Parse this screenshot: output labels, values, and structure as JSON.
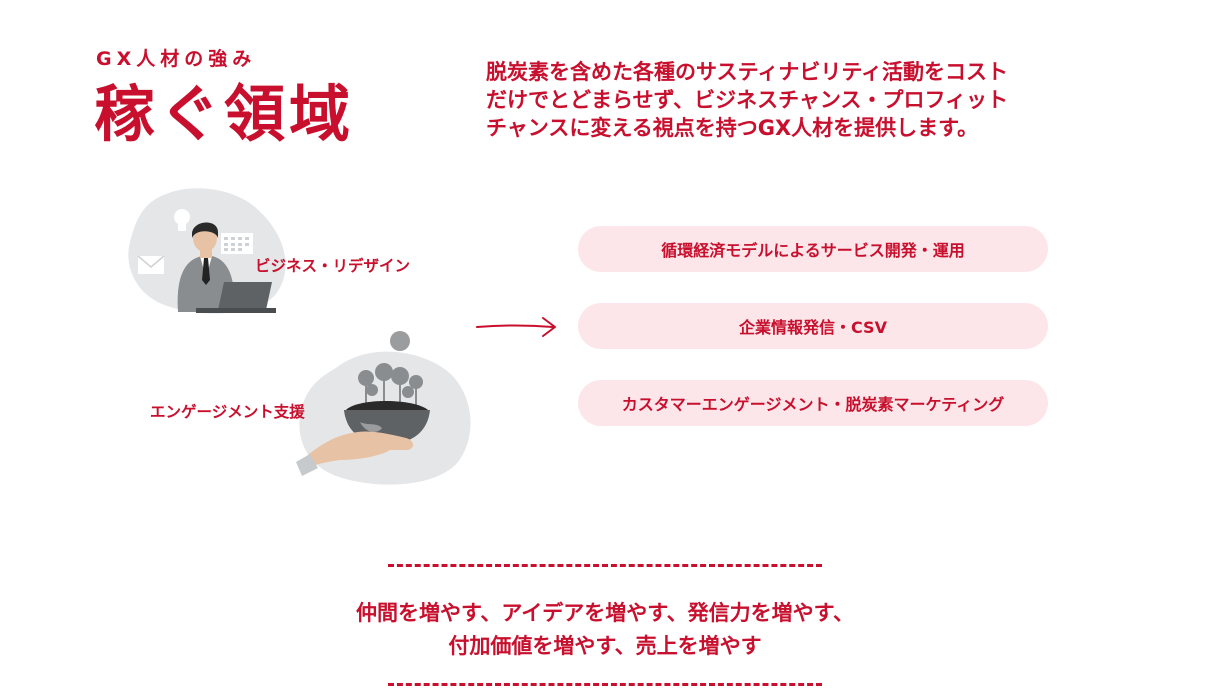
{
  "header": {
    "subtitle": "GX人材の強み",
    "title": "稼ぐ領域"
  },
  "description": {
    "lines": [
      "脱炭素を含めた各種のサスティナビリティ活動をコスト",
      "だけでとどまらせず、ビジネスチャンス・プロフィット",
      "チャンスに変える視点を持つGX人材を提供します。"
    ]
  },
  "illustrations": {
    "business": {
      "label": "ビジネス・リデザイン"
    },
    "engagement": {
      "label": "エンゲージメント支援"
    }
  },
  "domains": [
    "循環経済モデルによるサービス開発・運用",
    "企業情報発信・CSV",
    "カスタマーエンゲージメント・脱炭素マーケティング"
  ],
  "slogan": {
    "lines": [
      "仲間を増やす、アイデアを増やす、発信力を増やす、",
      "付加価値を増やす、売上を増やす"
    ]
  },
  "colors": {
    "accent": "#c8102e",
    "pill_background": "#fce6ea",
    "blob_gray": "#e4e6e8"
  }
}
